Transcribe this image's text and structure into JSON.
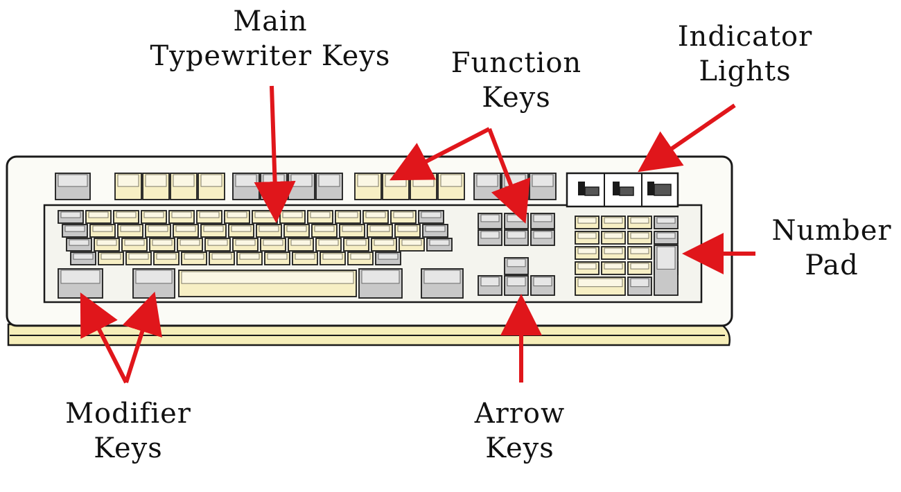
{
  "colors": {
    "arrow": "#e0161b",
    "outline": "#1a1a1a",
    "case_fill": "#fbfbf6",
    "wrist_rest": "#f6eeb9",
    "key_gray": "#c8c8c8",
    "key_cream": "#f7efc4",
    "key_dark": "#8a8a8a"
  },
  "labels": {
    "main_typewriter": {
      "line1": "Main",
      "line2": "Typewriter Keys"
    },
    "function_keys": {
      "line1": "Function",
      "line2": "Keys"
    },
    "indicator_lights": {
      "line1": "Indicator",
      "line2": "Lights"
    },
    "number_pad": {
      "line1": "Number",
      "line2": "Pad"
    },
    "modifier_keys": {
      "line1": "Modifier",
      "line2": "Keys"
    },
    "arrow_keys": {
      "line1": "Arrow",
      "line2": "Keys"
    }
  },
  "icons": [
    "keyboard-illustration",
    "pointer-arrow"
  ]
}
